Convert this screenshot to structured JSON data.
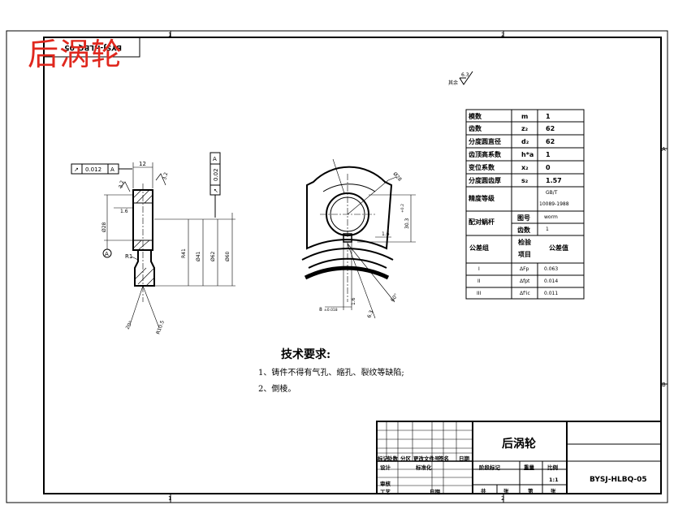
{
  "drawing_title": "后涡轮",
  "watermark_text": "后涡轮",
  "drawing_number": "BYSJ-HLBQ-05",
  "stamp_text": "BYSJ-HLBQ-05",
  "scale": "1:1",
  "roughness": "6.3",
  "roughness_suffix": "其余",
  "zone_markers": {
    "top": [
      "1",
      "2"
    ],
    "right": [
      "A",
      "B"
    ],
    "bottom": [
      "1",
      "2"
    ]
  },
  "params": {
    "rows": [
      {
        "name": "模数",
        "symbol": "m",
        "value": "1"
      },
      {
        "name": "齿数",
        "symbol": "z₂",
        "value": "62"
      },
      {
        "name": "分度圆直径",
        "symbol": "d₂",
        "value": "62"
      },
      {
        "name": "齿顶高系数",
        "symbol": "h*a",
        "value": "1"
      },
      {
        "name": "变位系数",
        "symbol": "x₂",
        "value": "0"
      },
      {
        "name": "分度圆齿厚",
        "symbol": "s₂",
        "value": "1.57"
      }
    ],
    "accuracy_label": "精度等级",
    "accuracy_value_1": "GB/T",
    "accuracy_value_2": "10089-1988",
    "mating_label": "配对蜗杆",
    "mating_fig_label": "图号",
    "mating_fig_value": "worm",
    "mating_teeth_label": "齿数",
    "mating_teeth_value": "1",
    "tol_group_label": "公差组",
    "tol_item_label_1": "检验",
    "tol_item_label_2": "项目",
    "tol_value_label": "公差值",
    "tol_rows": [
      {
        "group": "I",
        "item": "ΔFp",
        "value": "0.063"
      },
      {
        "group": "II",
        "item": "Δfpt",
        "value": "0.014"
      },
      {
        "group": "III",
        "item": "Δf'ic",
        "value": "0.011"
      }
    ]
  },
  "dims": {
    "gdt1_tol": "0.012",
    "gdt1_ref": "A",
    "gdt2_tol": "0.02",
    "gdt2_ref": "A",
    "datum": "A",
    "width": "12",
    "rough_face": "3.2",
    "rough_side": "3.2",
    "rough_bore": "1.6",
    "dia_bore": "Ø28",
    "dia_root": "Ø41",
    "dia_pitch": "Ø62",
    "dia_outer": "Ø60",
    "fillet": "R1",
    "r1": "R41",
    "angle": "20°",
    "r_tip": "R10.5",
    "bore_sym": "Ø28",
    "keyway_depth": "30.3",
    "keyway_tol": "+0.2",
    "rough_key": "1.6",
    "key_width": "8",
    "key_width_tol": "±0.018",
    "rough_key2": "1.6",
    "rough_arc": "6.3",
    "angle_sector": "60°"
  },
  "notes": {
    "title": "技术要求:",
    "line1": "1、铸件不得有气孔、缩孔、裂纹等缺陷;",
    "line2": "2、倒棱。"
  },
  "titleblock": {
    "mark_label": "标记",
    "count_label": "处数",
    "zone_label": "分区",
    "doc_label": "更改文件号",
    "sign_label": "签名",
    "date_label": "日期",
    "design_label": "设计",
    "std_label": "标准化",
    "review_label": "审核",
    "process_label": "工艺",
    "approve_label": "日期",
    "stage_label": "阶段标记",
    "weight_label": "重量",
    "ratio_label": "比例",
    "total_label": "共",
    "sheet_unit": "张",
    "page_label": "第",
    "page_unit": "张"
  }
}
